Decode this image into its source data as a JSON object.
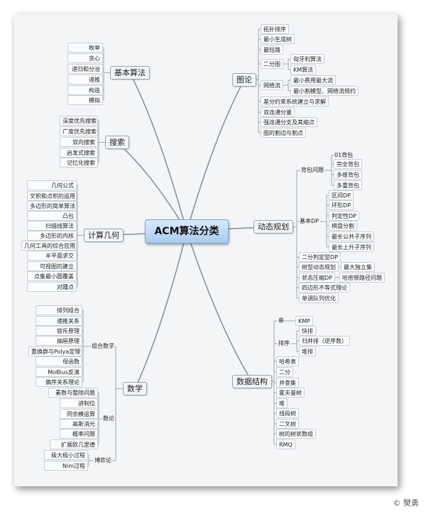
{
  "root": "ACM算法分类",
  "branches": {
    "basic": "基本算法",
    "search": "搜索",
    "geometry": "计算几何",
    "math": "数学",
    "graph": "图论",
    "dp": "动态规划",
    "ds": "数据结构"
  },
  "basic_items": [
    "枚举",
    "贪心",
    "递归和分治",
    "递推",
    "构造",
    "模拟"
  ],
  "search_items": [
    "深度优先搜索",
    "广度优先搜索",
    "双向搜索",
    "启发式搜索",
    "记忆化搜索"
  ],
  "geometry_items": [
    "几何公式",
    "叉积和点积的运用",
    "多边形的简单算法",
    "凸包",
    "扫描线算法",
    "多边形的内核",
    "几何工具的综合应用",
    "半平面求交",
    "可视图的建立",
    "点集最小圆覆盖",
    "对踵点"
  ],
  "math": {
    "combin": "组合数学",
    "combin_items": [
      "排列组合",
      "递推关系",
      "容斥原理",
      "抽屉原理",
      "置换群与Polya定理",
      "母函数",
      "MoBius反演",
      "偏序关系理论"
    ],
    "number": "数论",
    "number_items": [
      "素数与整除问题",
      "进制位",
      "同余模运算",
      "高斯消元",
      "概率问题",
      "扩展欧几里德"
    ],
    "game": "博弈论",
    "game_items": [
      "极大极小过程",
      "Nim过程"
    ]
  },
  "graph": {
    "items": [
      "拓扑排序",
      "最小生成树",
      "最短路",
      "二分图",
      "网络流",
      "差分约束系统建立与求解",
      "双连通分量",
      "强连通分支及其缩点",
      "图的割边与割点"
    ],
    "bipartite_items": [
      "匈牙利算法",
      "KM算法"
    ],
    "flow_items": [
      "最小费用最大流",
      "最小割模型、网络流规约"
    ]
  },
  "dp": {
    "knapsack": "背包问题",
    "knapsack_items": [
      "01背包",
      "完全背包",
      "多维背包",
      "多重背包"
    ],
    "basic": "基本DP",
    "basic_items": [
      "区间DP",
      "环形DP",
      "判定性DP",
      "棋盘分割",
      "最长公共子序列",
      "最长上升子序列"
    ],
    "others": [
      "二分判定型DP",
      "树型动态规划",
      "状态压缩DP",
      "四边形不等式理论",
      "单调队列优化"
    ],
    "tree_sub": "最大独立集",
    "state_sub": "哈密顿路径问题"
  },
  "ds": {
    "string": "串",
    "string_sub": "KMP",
    "sort": "排序",
    "sort_items": [
      "快排",
      "归并排（逆序数）",
      "堆排"
    ],
    "items": [
      "哈希表",
      "二分",
      "并查集",
      "霍夫曼树",
      "堆",
      "线段树",
      "二叉树",
      "树的树状数组",
      "RMQ"
    ]
  },
  "credit": "© 樊勇"
}
